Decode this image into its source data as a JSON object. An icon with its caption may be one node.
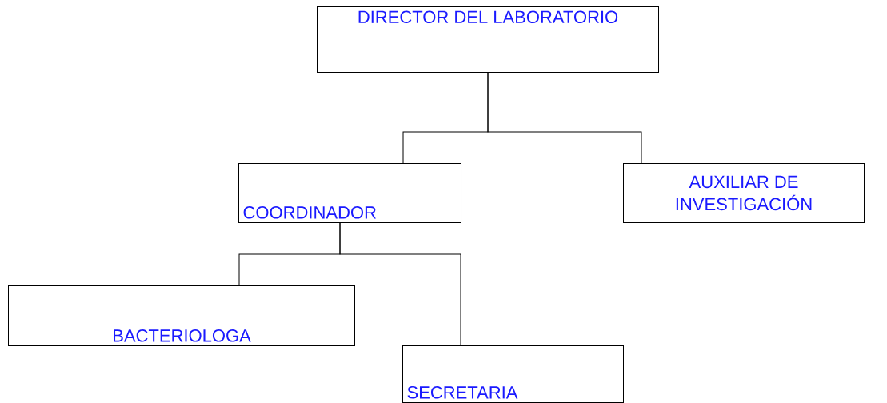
{
  "diagram": {
    "nodes": [
      {
        "text": [
          "DIRECTOR DEL LABORATORIO"
        ]
      },
      {
        "text": [
          "COORDINADOR"
        ]
      },
      {
        "text": [
          "AUXILIAR DE INVESTIGACIÓN"
        ]
      },
      {
        "text": [
          "BACTERIOLOGA"
        ]
      },
      {
        "text": [
          "SECRETARIA"
        ]
      }
    ],
    "edges": [
      {
        "from": 0,
        "to": 1,
        "arrow": "none"
      },
      {
        "from": 0,
        "to": 2,
        "arrow": "none"
      },
      {
        "from": 1,
        "to": 3,
        "arrow": "none"
      },
      {
        "from": 1,
        "to": 4,
        "arrow": "none"
      }
    ]
  }
}
